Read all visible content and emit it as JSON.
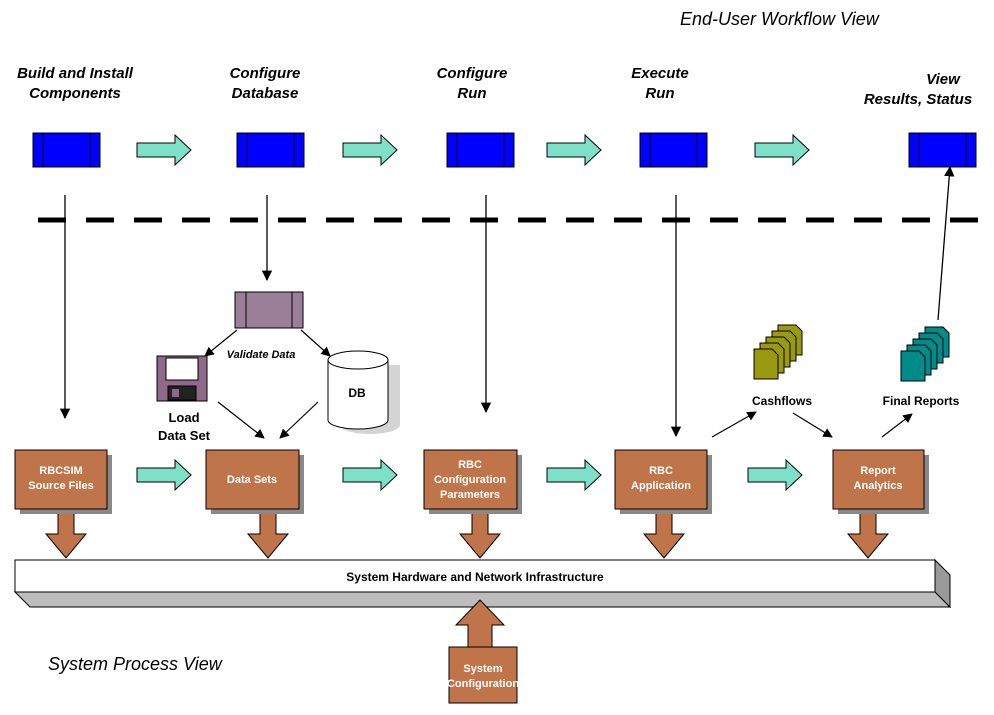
{
  "views": {
    "end_user": "End-User Workflow View",
    "system_process": "System Process View"
  },
  "workflow_steps": [
    {
      "line1": "Build and Install",
      "line2": "Components"
    },
    {
      "line1": "Configure",
      "line2": "Database"
    },
    {
      "line1": "Configure",
      "line2": "Run"
    },
    {
      "line1": "Execute",
      "line2": "Run"
    },
    {
      "line1": "View",
      "line2": "Results, Status"
    }
  ],
  "process_boxes": [
    {
      "lines": [
        "RBCSIM",
        "Source Files"
      ]
    },
    {
      "lines": [
        "Data Sets"
      ]
    },
    {
      "lines": [
        "RBC",
        "Configuration",
        "Parameters"
      ]
    },
    {
      "lines": [
        "RBC",
        "Application"
      ]
    },
    {
      "lines": [
        "Report",
        "Analytics"
      ]
    }
  ],
  "validate_label": "Validate Data",
  "db_label": "DB",
  "load_label": {
    "line1": "Load",
    "line2": "Data Set"
  },
  "cashflows_label": "Cashflows",
  "final_reports_label": "Final Reports",
  "infrastructure_label": "System Hardware and Network Infrastructure",
  "system_config": {
    "line1": "System",
    "line2": "Configuration"
  },
  "colors": {
    "workflow_box": "#0000ff",
    "process_box": "#c0744a",
    "flow_arrow": "#7fe0c8",
    "validate_box": "#9b7f99",
    "cashflow_docs": "#9a9a10",
    "report_docs": "#008b8b"
  }
}
